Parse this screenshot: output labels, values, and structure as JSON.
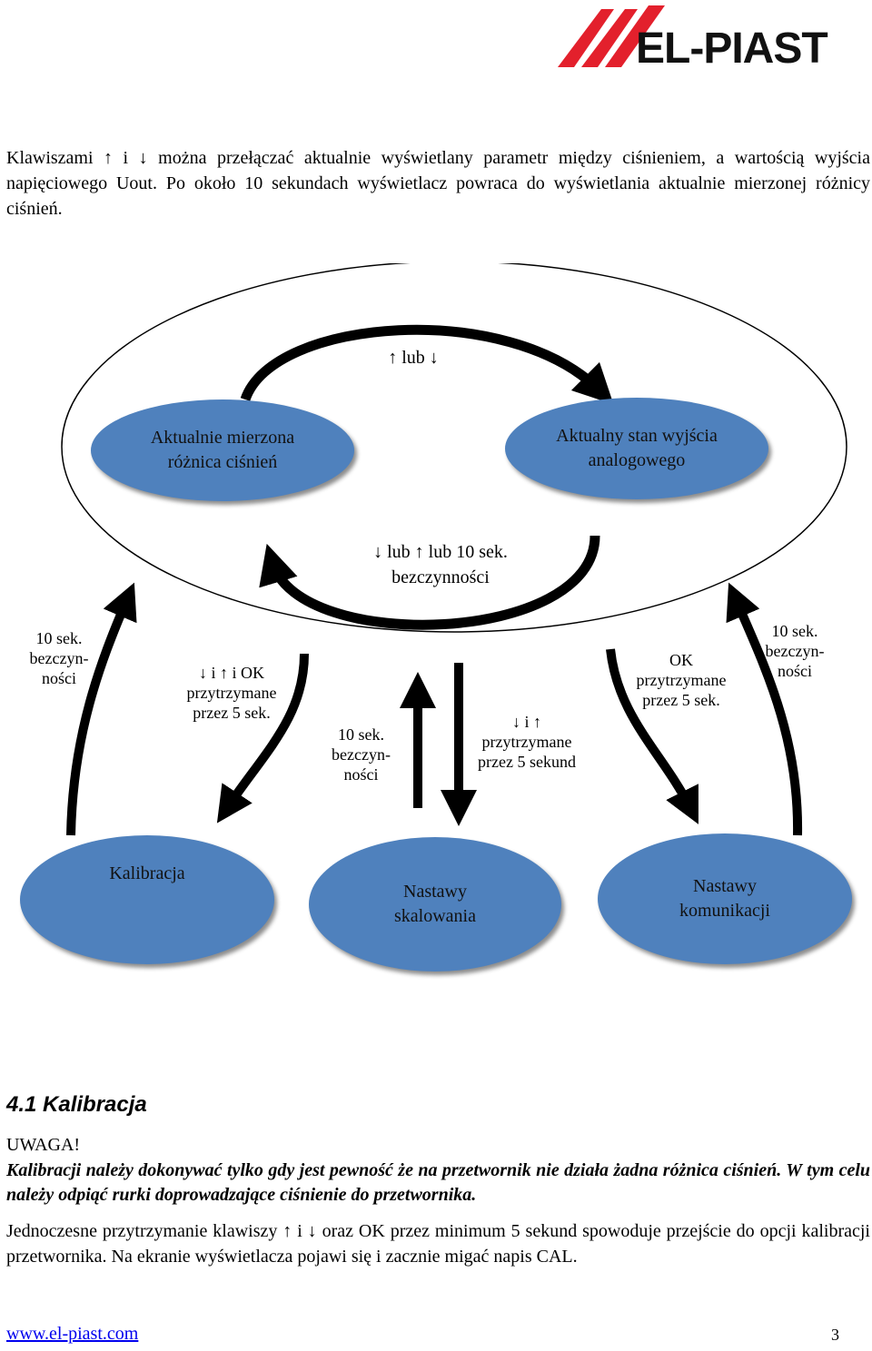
{
  "header": {
    "brand": "EL-PIAST"
  },
  "intro": "Klawiszami ↑ i ↓ można przełączać aktualnie wyświetlany parametr między ciśnieniem, a wartością wyjścia napięciowego Uout. Po około 10 sekundach wyświetlacz powraca do wyświetlania aktualnie mierzonej różnicy ciśnień.",
  "diagram": {
    "top_label": "↑ lub ↓",
    "node_pressure": "Aktualnie mierzona różnica ciśnień",
    "node_output": "Aktualny stan wyjścia analogowego",
    "mid_label": "↓ lub ↑ lub 10 sek. bezczynności",
    "left_idle": "10 sek. bezczyn- ności",
    "calib_hold": "↓ i ↑ i OK przytrzymane przez 5 sek.",
    "center_idle": "10 sek. bezczyn- ności",
    "scale_hold": "↓ i ↑ przytrzymane przez 5 sekund",
    "ok_hold": "OK przytrzymane przez 5 sek.",
    "right_idle": "10 sek. bezczyn- ności",
    "node_calibration": "Kalibracja",
    "node_scaling": "Nastawy skalowania",
    "node_comm": "Nastawy komunikacji"
  },
  "section": {
    "heading": "4.1 Kalibracja",
    "warning_title": "UWAGA!",
    "warning_text": "Kalibracji należy dokonywać tylko gdy jest pewność że na przetwornik nie działa żadna różnica ciśnień. W tym celu należy odpiąć rurki doprowadzające ciśnienie do przetwornika.",
    "instruction": "Jednoczesne przytrzymanie klawiszy ↑ i ↓ oraz OK przez minimum 5 sekund spowoduje przejście do opcji kalibracji przetwornika. Na ekranie wyświetlacza pojawi się i zacznie migać napis CAL."
  },
  "footer": {
    "link": "www.el-piast.com",
    "page": "3"
  },
  "colors": {
    "bubble": "#4f81bd",
    "logo_red": "#e3202c"
  }
}
